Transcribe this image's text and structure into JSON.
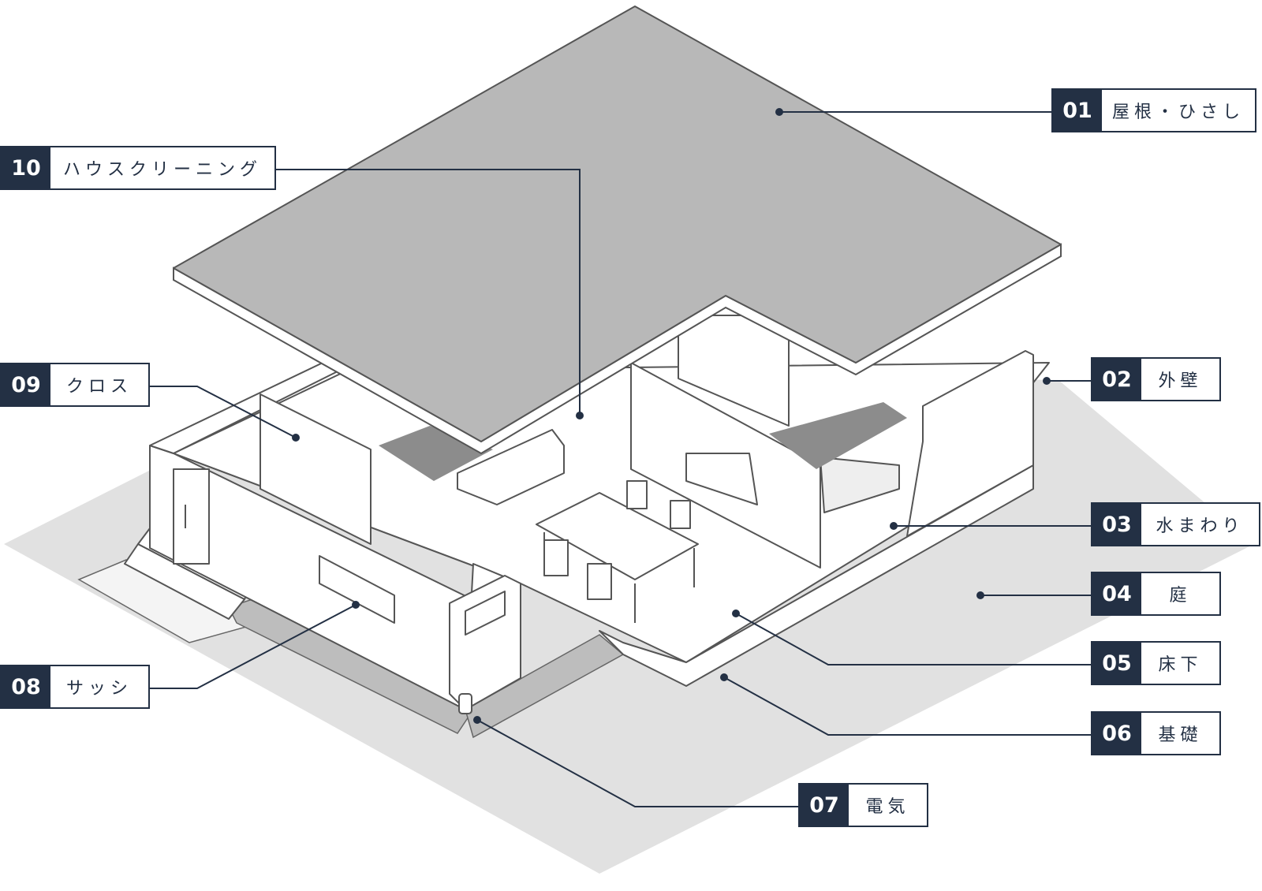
{
  "diagram": {
    "colors": {
      "navy": "#233044",
      "roof": "#b8b8b8",
      "ground": "#e1e1e1",
      "outline": "#555555",
      "wall": "#ffffff",
      "counter": "#8c8c8c"
    },
    "callouts": [
      {
        "id": "01",
        "num": "01",
        "label": "屋根・ひさし"
      },
      {
        "id": "02",
        "num": "02",
        "label": "外壁"
      },
      {
        "id": "03",
        "num": "03",
        "label": "水まわり"
      },
      {
        "id": "04",
        "num": "04",
        "label": "庭"
      },
      {
        "id": "05",
        "num": "05",
        "label": "床下"
      },
      {
        "id": "06",
        "num": "06",
        "label": "基礎"
      },
      {
        "id": "07",
        "num": "07",
        "label": "電気"
      },
      {
        "id": "08",
        "num": "08",
        "label": "サッシ"
      },
      {
        "id": "09",
        "num": "09",
        "label": "クロス"
      },
      {
        "id": "10",
        "num": "10",
        "label": "ハウスクリーニング"
      }
    ]
  }
}
